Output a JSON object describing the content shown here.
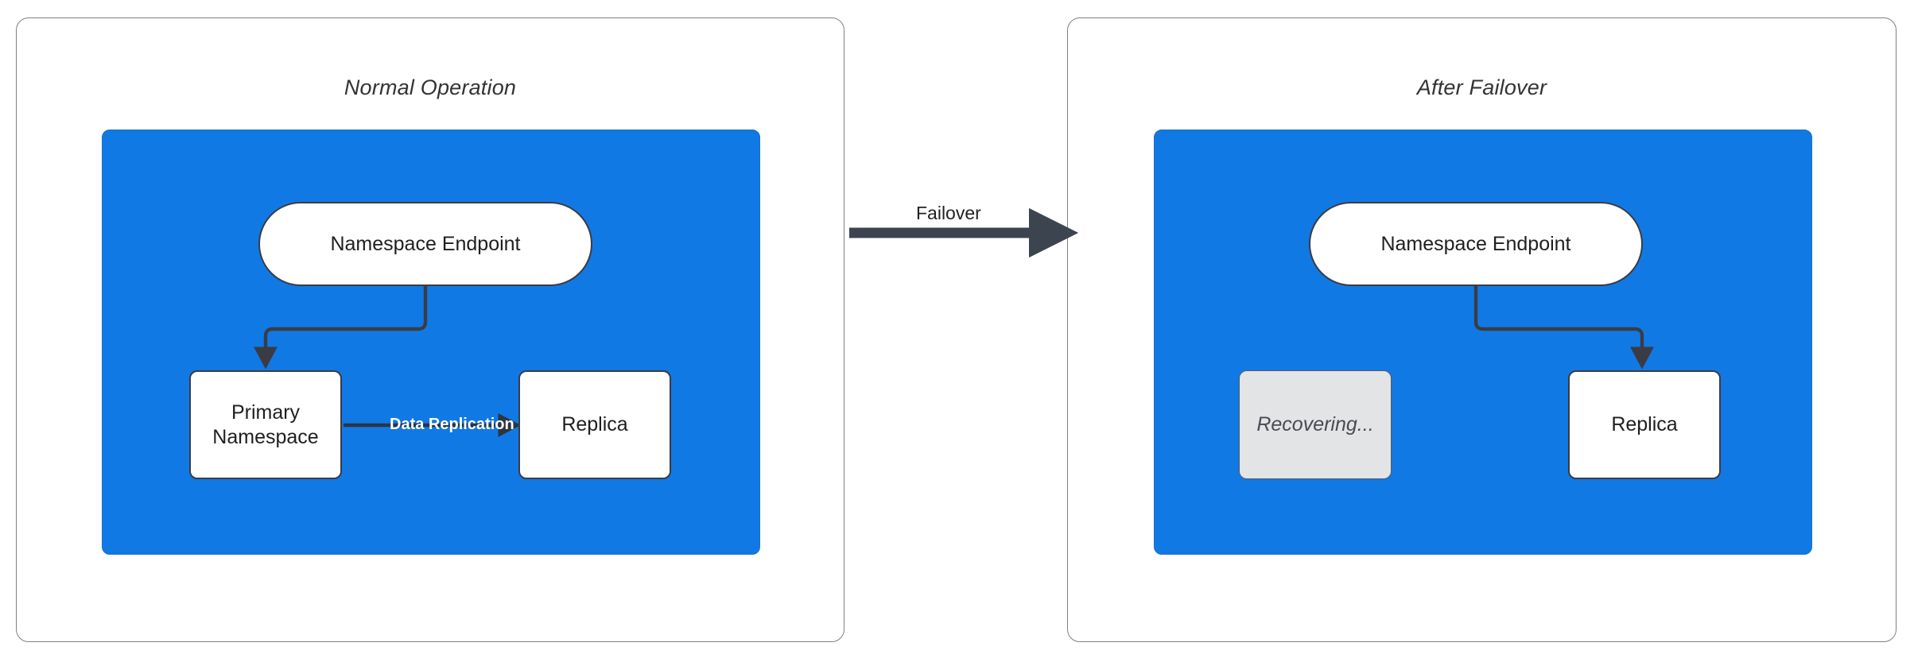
{
  "diagram": {
    "title_left": "Normal Operation",
    "title_right": "After Failover",
    "accent_blue": "#1179e4",
    "node_stroke": "#3b3b44",
    "dimmed_fill": "#e2e4e6",
    "panel_border": "#808080"
  },
  "panels": [
    {
      "id": "normal-operation",
      "title": "Normal Operation",
      "nodes": [
        {
          "id": "namespace-endpoint",
          "label": "Namespace Endpoint",
          "shape": "pill",
          "state": "active"
        },
        {
          "id": "primary-namespace",
          "label": "Primary\nNamespace",
          "line1": "Primary",
          "line2": "Namespace",
          "shape": "rect",
          "state": "active"
        },
        {
          "id": "replica",
          "label": "Replica",
          "shape": "rect",
          "state": "active"
        }
      ],
      "edges": [
        {
          "from": "namespace-endpoint",
          "to": "primary-namespace",
          "label": ""
        },
        {
          "from": "primary-namespace",
          "to": "replica",
          "label": "Data Replication"
        }
      ]
    },
    {
      "id": "after-failover",
      "title": "After Failover",
      "nodes": [
        {
          "id": "namespace-endpoint",
          "label": "Namespace Endpoint",
          "shape": "pill",
          "state": "active"
        },
        {
          "id": "recovering",
          "label": "Recovering...",
          "shape": "rect",
          "state": "dimmed"
        },
        {
          "id": "replica",
          "label": "Replica",
          "shape": "rect",
          "state": "active"
        }
      ],
      "edges": [
        {
          "from": "namespace-endpoint",
          "to": "replica",
          "label": ""
        }
      ]
    }
  ],
  "transition": {
    "label": "Failover",
    "from_panel": "normal-operation",
    "to_panel": "after-failover"
  }
}
